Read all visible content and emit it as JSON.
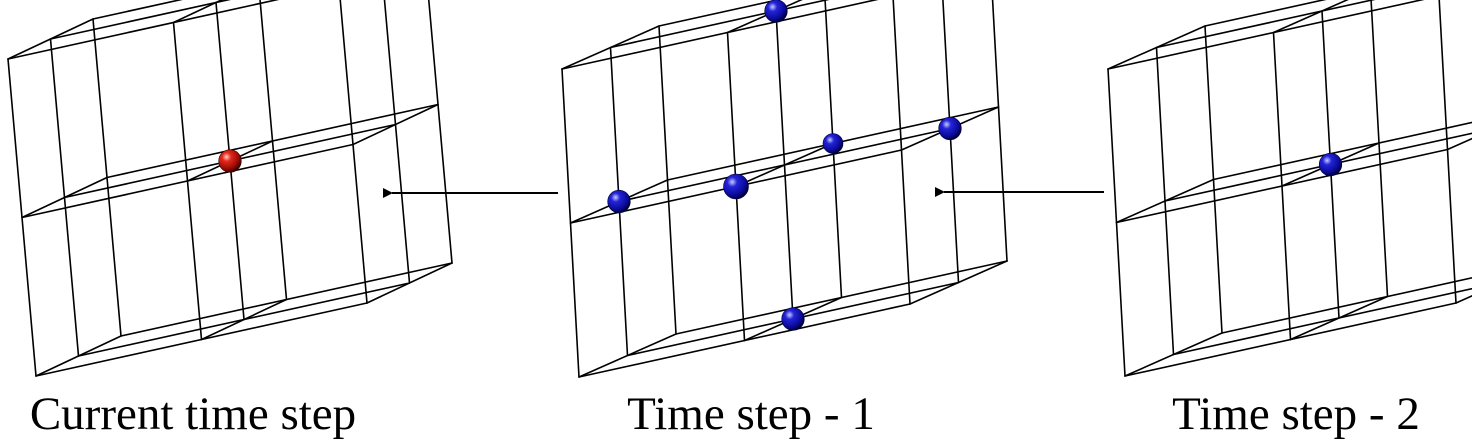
{
  "panels": [
    {
      "caption": "Current time step",
      "spheres": [
        {
          "voxel": [
            0.5,
            0.5,
            0.5
          ],
          "color": "red"
        }
      ]
    },
    {
      "caption": "Time step - 1",
      "spheres": [
        {
          "voxel": [
            0.5,
            0.5,
            1.0
          ],
          "color": "blue"
        },
        {
          "voxel": [
            0.5,
            0.5,
            0.0
          ],
          "color": "blue"
        },
        {
          "voxel": [
            0.0,
            0.5,
            0.5
          ],
          "color": "blue"
        },
        {
          "voxel": [
            1.0,
            0.5,
            0.5
          ],
          "color": "blue"
        },
        {
          "voxel": [
            0.5,
            0.0,
            0.5
          ],
          "color": "blue"
        },
        {
          "voxel": [
            0.5,
            1.0,
            0.5
          ],
          "color": "blue"
        }
      ]
    },
    {
      "caption": "Time step - 2",
      "spheres": [
        {
          "voxel": [
            0.5,
            0.5,
            0.5
          ],
          "color": "blue"
        }
      ]
    }
  ],
  "arrows": [
    {
      "from": "panel-1",
      "to": "panel-0"
    },
    {
      "from": "panel-2",
      "to": "panel-1"
    }
  ],
  "colors": {
    "red": "#d8140c",
    "blue": "#1414c8",
    "wire": "#000000",
    "background": "#ffffff"
  }
}
